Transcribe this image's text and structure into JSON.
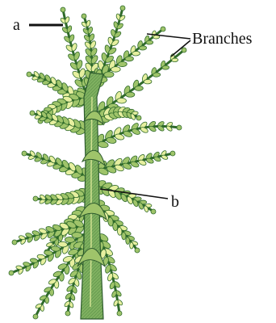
{
  "labels": {
    "a": "a",
    "branches": "Branches",
    "b": "b"
  },
  "colors": {
    "leaf_fill": "#9fc46a",
    "leaf_dark": "#2f6a2a",
    "leaf_light": "#e6ef9f",
    "stem": "#7fb060",
    "stem_dark": "#2d5a2d",
    "pointer": "#111111"
  }
}
